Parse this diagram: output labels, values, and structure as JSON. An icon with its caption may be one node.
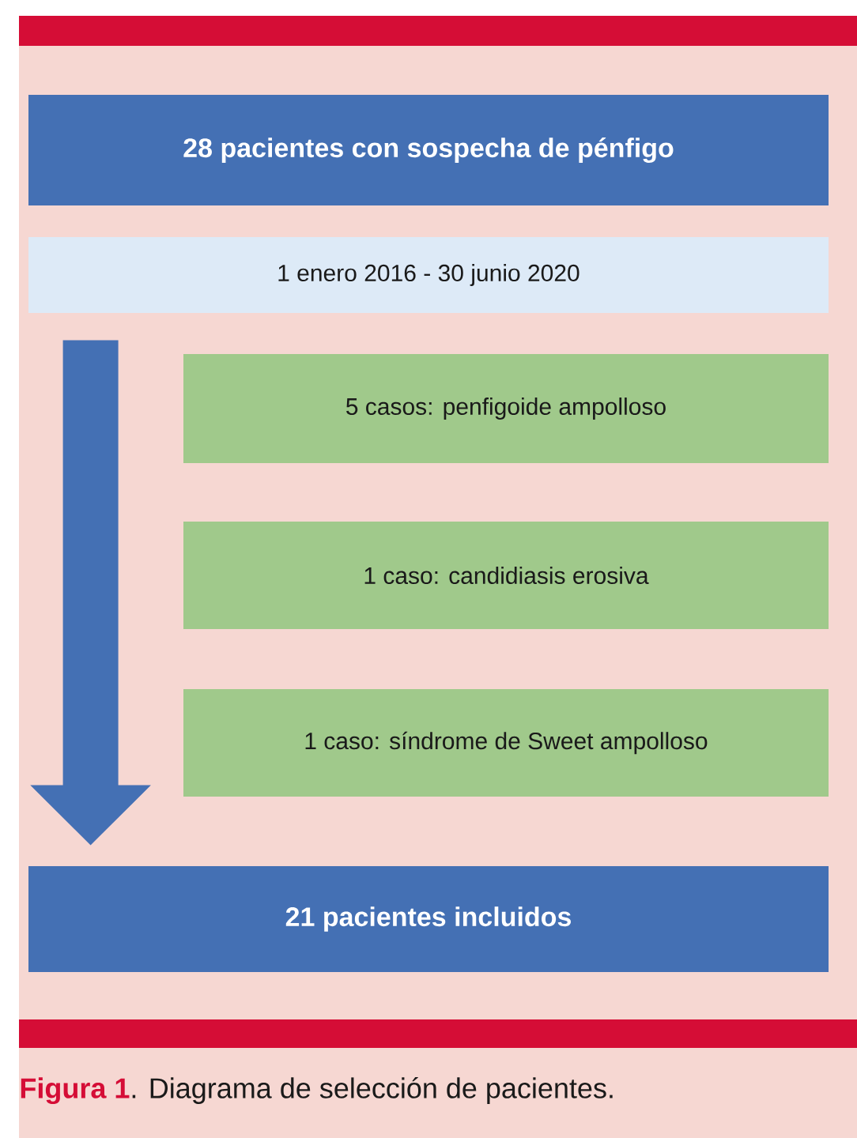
{
  "diagram": {
    "caption": "**Figura 1**. Diagrama de selección de pacientes.",
    "nodes": [
      {
        "text": [
          "28 pacientes con sospecha de pénfigo"
        ]
      },
      {
        "text": [
          "1 enero 2016 - 30 junio 2020"
        ]
      },
      {
        "text": [
          "5 casos: penfigoide ampolloso"
        ]
      },
      {
        "text": [
          "1 caso: candidiasis erosiva"
        ]
      },
      {
        "text": [
          "1 caso: síndrome de Sweet ampolloso"
        ]
      },
      {
        "text": [
          "21 pacientes incluidos"
        ]
      }
    ],
    "edges": [
      {
        "from": 1,
        "to": 5,
        "arrow": "to"
      }
    ]
  }
}
